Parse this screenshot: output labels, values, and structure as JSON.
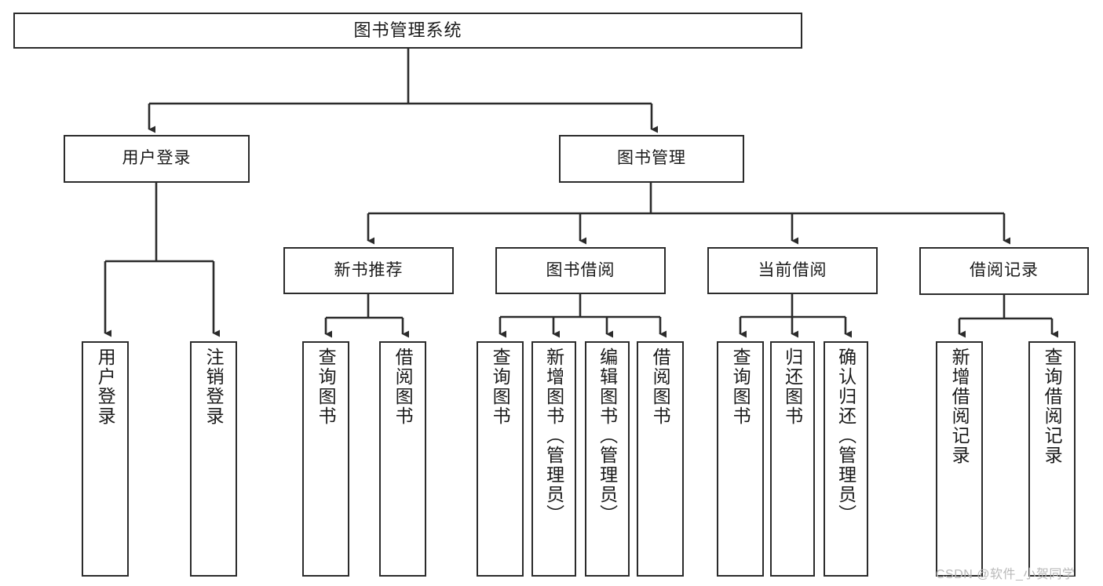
{
  "diagram": {
    "title": "图书管理系统",
    "type": "tree-hierarchy",
    "root": {
      "id": "root",
      "label": "图书管理系统"
    },
    "level2": [
      {
        "id": "user-login",
        "label": "用户登录"
      },
      {
        "id": "book-manage",
        "label": "图书管理"
      }
    ],
    "level3": [
      {
        "id": "new-book-rec",
        "label": "新书推荐",
        "parent": "book-manage"
      },
      {
        "id": "book-borrow",
        "label": "图书借阅",
        "parent": "book-manage"
      },
      {
        "id": "current-borrow",
        "label": "当前借阅",
        "parent": "book-manage"
      },
      {
        "id": "borrow-record",
        "label": "借阅记录",
        "parent": "book-manage"
      }
    ],
    "leaves": [
      {
        "id": "leaf-user-login",
        "label": "用户登录",
        "parent": "user-login"
      },
      {
        "id": "leaf-logout",
        "label": "注销登录",
        "parent": "user-login"
      },
      {
        "id": "leaf-query-book-1",
        "label": "查询图书",
        "parent": "new-book-rec"
      },
      {
        "id": "leaf-borrow-book-1",
        "label": "借阅图书",
        "parent": "new-book-rec"
      },
      {
        "id": "leaf-query-book-2",
        "label": "查询图书",
        "parent": "book-borrow"
      },
      {
        "id": "leaf-add-book",
        "label": "新增图书（管理员）",
        "parent": "book-borrow"
      },
      {
        "id": "leaf-edit-book",
        "label": "编辑图书（管理员）",
        "parent": "book-borrow"
      },
      {
        "id": "leaf-borrow-book-2",
        "label": "借阅图书",
        "parent": "book-borrow"
      },
      {
        "id": "leaf-query-book-3",
        "label": "查询图书",
        "parent": "current-borrow"
      },
      {
        "id": "leaf-return-book",
        "label": "归还图书",
        "parent": "current-borrow"
      },
      {
        "id": "leaf-confirm-return",
        "label": "确认归还（管理员）",
        "parent": "current-borrow"
      },
      {
        "id": "leaf-add-record",
        "label": "新增借阅记录",
        "parent": "borrow-record"
      },
      {
        "id": "leaf-query-record",
        "label": "查询借阅记录",
        "parent": "borrow-record"
      }
    ]
  },
  "watermark": {
    "text": "CSDN @软件_小贺同学"
  },
  "colors": {
    "background": "#ffffff",
    "box_border": "#2b2b2b",
    "box_fill": "#ffffff",
    "text": "#1a1a1a",
    "edge": "#2b2b2b",
    "watermark": "#b9b9b9"
  }
}
